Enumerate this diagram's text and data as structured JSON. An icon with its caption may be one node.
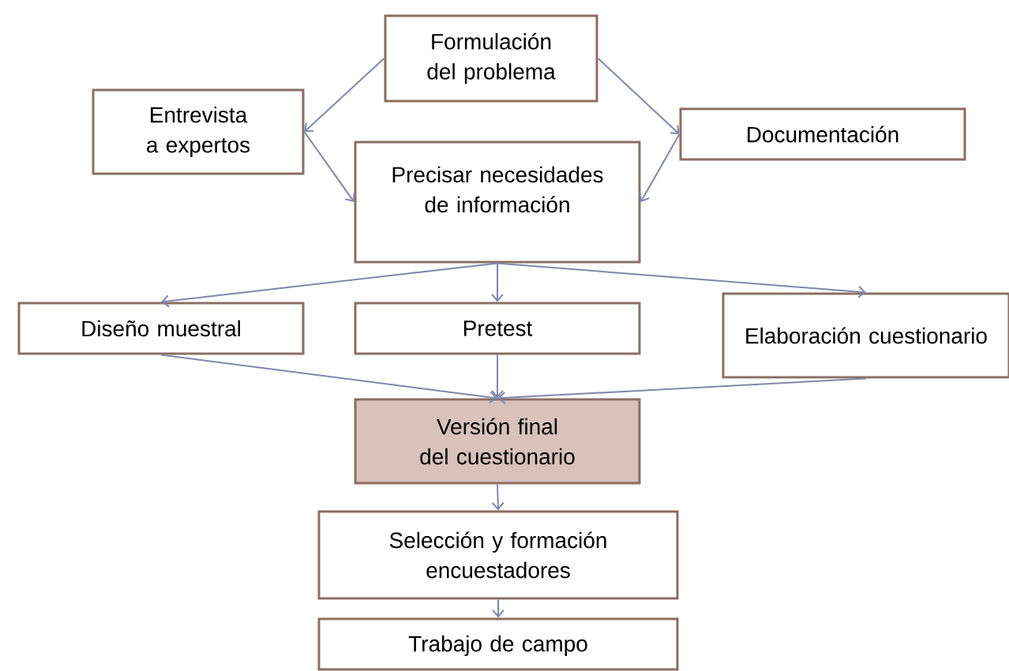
{
  "diagram": {
    "nodes": [
      {
        "text": [
          "Formulación del problema"
        ]
      },
      {
        "text": [
          "Entrevista a expertos"
        ]
      },
      {
        "text": [
          "Documentación"
        ]
      },
      {
        "text": [
          "Precisar necesidades de información"
        ]
      },
      {
        "text": [
          "Diseño muestral"
        ]
      },
      {
        "text": [
          "Pretest"
        ]
      },
      {
        "text": [
          "Elaboración cuestionario"
        ]
      },
      {
        "text": [
          "Versión final del cuestionario"
        ]
      },
      {
        "text": [
          "Selección y formación encuestadores"
        ]
      },
      {
        "text": [
          "Trabajo de campo"
        ]
      }
    ],
    "edges": [
      {
        "from": 0,
        "to": 1,
        "arrow": "to"
      },
      {
        "from": 0,
        "to": 2,
        "arrow": "to"
      },
      {
        "from": 1,
        "to": 3,
        "arrow": "to"
      },
      {
        "from": 2,
        "to": 3,
        "arrow": "to"
      },
      {
        "from": 3,
        "to": 4,
        "arrow": "to"
      },
      {
        "from": 3,
        "to": 5,
        "arrow": "to"
      },
      {
        "from": 3,
        "to": 6,
        "arrow": "to"
      },
      {
        "from": 4,
        "to": 7,
        "arrow": "to"
      },
      {
        "from": 5,
        "to": 7,
        "arrow": "to"
      },
      {
        "from": 6,
        "to": 7,
        "arrow": "to"
      },
      {
        "from": 7,
        "to": 8,
        "arrow": "to"
      },
      {
        "from": 8,
        "to": 9,
        "arrow": "to"
      }
    ]
  }
}
